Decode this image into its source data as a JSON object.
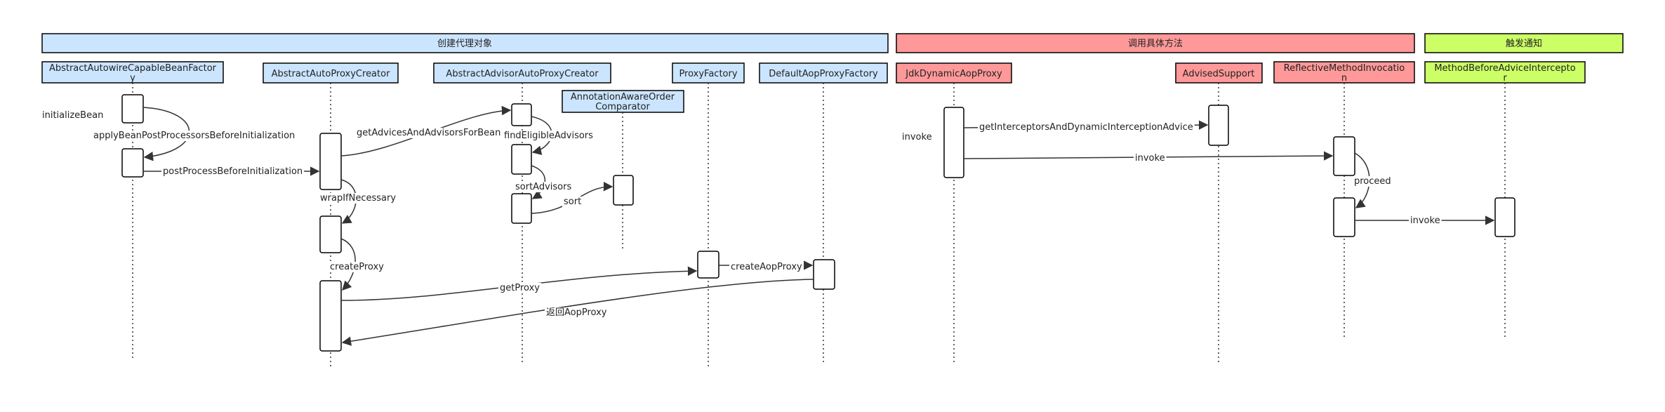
{
  "groups": [
    {
      "id": "g1",
      "label": "创建代理对象",
      "color": "#cce5ff"
    },
    {
      "id": "g2",
      "label": "调用具体方法",
      "color": "#ff9999"
    },
    {
      "id": "g3",
      "label": "触发通知",
      "color": "#ccff66"
    }
  ],
  "participants": [
    {
      "id": "p1",
      "group": "g1",
      "lines": [
        "AbstractAutowireCapableBeanFactor",
        "y"
      ]
    },
    {
      "id": "p2",
      "group": "g1",
      "lines": [
        "AbstractAutoProxyCreator"
      ]
    },
    {
      "id": "p3",
      "group": "g1",
      "lines": [
        "AbstractAdvisorAutoProxyCreator"
      ]
    },
    {
      "id": "p4",
      "group": "g1",
      "lines": [
        "AnnotationAwareOrder",
        "Comparator"
      ]
    },
    {
      "id": "p5",
      "group": "g1",
      "lines": [
        "ProxyFactory"
      ]
    },
    {
      "id": "p6",
      "group": "g1",
      "lines": [
        "DefaultAopProxyFactory"
      ]
    },
    {
      "id": "p7",
      "group": "g2",
      "lines": [
        "JdkDynamicAopProxy"
      ]
    },
    {
      "id": "p8",
      "group": "g2",
      "lines": [
        "AdvisedSupport"
      ]
    },
    {
      "id": "p9",
      "group": "g2",
      "lines": [
        "ReflectiveMethodInvocatio",
        "n"
      ]
    },
    {
      "id": "p10",
      "group": "g3",
      "lines": [
        "MethodBeforeAdviceIntercepto",
        "r"
      ]
    }
  ],
  "messages": [
    {
      "id": "m1",
      "label": "initializeBean",
      "kind": "entry"
    },
    {
      "id": "m2",
      "label": "applyBeanPostProcessorsBeforeInitialization",
      "kind": "self"
    },
    {
      "id": "m3",
      "label": "postProcessBeforeInitialization",
      "kind": "call"
    },
    {
      "id": "m4",
      "label": "getAdvicesAndAdvisorsForBean",
      "kind": "call"
    },
    {
      "id": "m5",
      "label": "findEligibleAdvisors",
      "kind": "self"
    },
    {
      "id": "m6",
      "label": "sortAdvisors",
      "kind": "self"
    },
    {
      "id": "m7",
      "label": "sort",
      "kind": "call"
    },
    {
      "id": "m8",
      "label": "wrapIfNecessary",
      "kind": "self"
    },
    {
      "id": "m9",
      "label": "createProxy",
      "kind": "self"
    },
    {
      "id": "m10",
      "label": "createAopProxy",
      "kind": "call"
    },
    {
      "id": "m11",
      "label": "getProxy",
      "kind": "call"
    },
    {
      "id": "m12",
      "label": "返回AopProxy",
      "kind": "return"
    },
    {
      "id": "m13",
      "label": "invoke",
      "kind": "entry"
    },
    {
      "id": "m14",
      "label": "getInterceptorsAndDynamicInterceptionAdvice",
      "kind": "call"
    },
    {
      "id": "m15",
      "label": "invoke",
      "kind": "call"
    },
    {
      "id": "m16",
      "label": "proceed",
      "kind": "self"
    },
    {
      "id": "m17",
      "label": "invoke",
      "kind": "call"
    }
  ]
}
